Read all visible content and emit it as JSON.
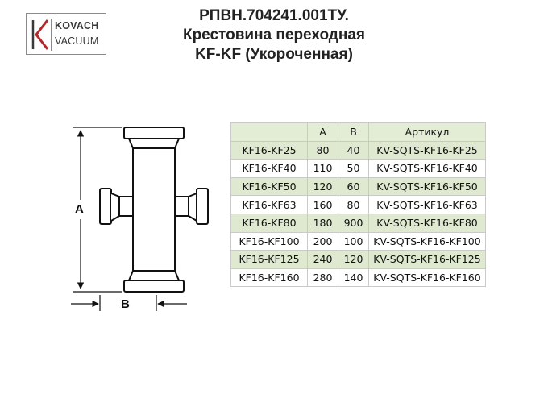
{
  "logo": {
    "line1": "KOVACH",
    "line2": "VACUUM",
    "mark_color": "#b5282a",
    "icon": "kovach-k-logo-icon"
  },
  "title": {
    "line1": "РПВН.704241.001ТУ.",
    "line2": "Крестовина переходная",
    "line3": "KF-KF (Укороченная)"
  },
  "drawing": {
    "label_a": "A",
    "label_b": "B",
    "fill_color": "#ffffff",
    "stroke_color": "#111111"
  },
  "table": {
    "headers": [
      "",
      "A",
      "B",
      "Артикул"
    ],
    "header_color": "#e3ecd4",
    "band_color": "#dfe9cf",
    "rows": [
      [
        "KF16-KF25",
        "80",
        "40",
        "KV-SQTS-KF16-KF25"
      ],
      [
        "KF16-KF40",
        "110",
        "50",
        "KV-SQTS-KF16-KF40"
      ],
      [
        "KF16-KF50",
        "120",
        "60",
        "KV-SQTS-KF16-KF50"
      ],
      [
        "KF16-KF63",
        "160",
        "80",
        "KV-SQTS-KF16-KF63"
      ],
      [
        "KF16-KF80",
        "180",
        "900",
        "KV-SQTS-KF16-KF80"
      ],
      [
        "KF16-KF100",
        "200",
        "100",
        "KV-SQTS-KF16-KF100"
      ],
      [
        "KF16-KF125",
        "240",
        "120",
        "KV-SQTS-KF16-KF125"
      ],
      [
        "KF16-KF160",
        "280",
        "140",
        "KV-SQTS-KF16-KF160"
      ]
    ]
  }
}
